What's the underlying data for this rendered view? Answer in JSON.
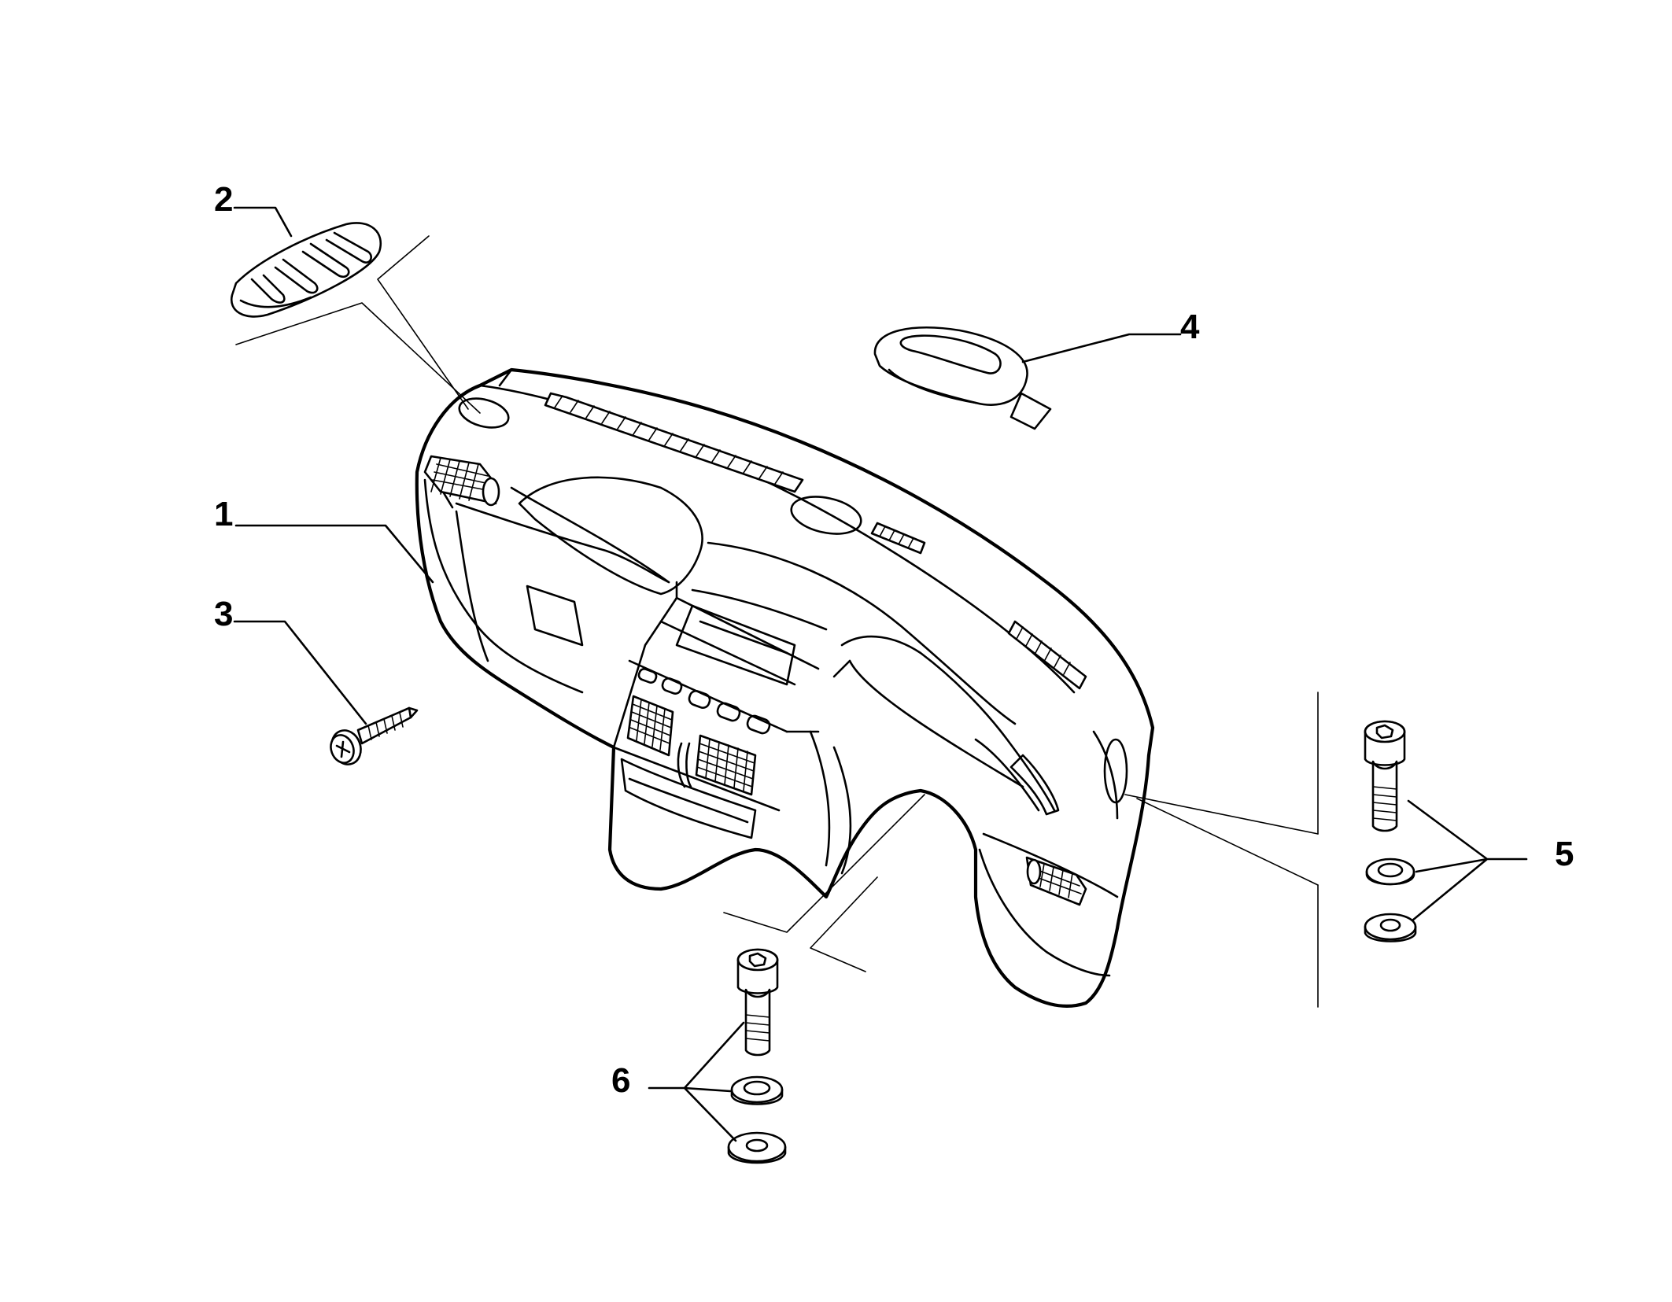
{
  "diagram": {
    "callouts": [
      {
        "id": "1",
        "label": "1"
      },
      {
        "id": "2",
        "label": "2"
      },
      {
        "id": "3",
        "label": "3"
      },
      {
        "id": "4",
        "label": "4"
      },
      {
        "id": "5",
        "label": "5"
      },
      {
        "id": "6",
        "label": "6"
      }
    ],
    "parts": [
      {
        "ref": "1",
        "icon": "dashboard-panel-icon"
      },
      {
        "ref": "2",
        "icon": "speaker-grille-left-icon"
      },
      {
        "ref": "3",
        "icon": "self-tapping-screw-icon"
      },
      {
        "ref": "4",
        "icon": "speaker-grille-center-icon"
      },
      {
        "ref": "5",
        "icon": "bolt-washer-set-icon"
      },
      {
        "ref": "6",
        "icon": "bolt-washer-set-icon"
      }
    ]
  }
}
